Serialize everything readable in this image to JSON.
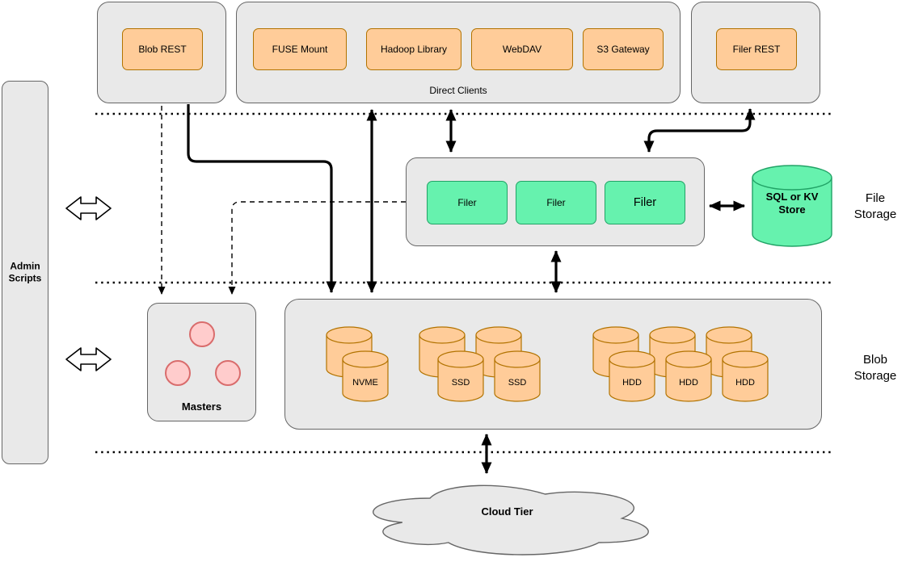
{
  "admin": {
    "label": "Admin\nScripts"
  },
  "top": {
    "blob_rest": {
      "label": "Blob REST"
    },
    "direct_clients": {
      "label": "Direct Clients",
      "items": [
        {
          "label": "FUSE Mount"
        },
        {
          "label": "Hadoop Library"
        },
        {
          "label": "WebDAV"
        },
        {
          "label": "S3 Gateway"
        }
      ]
    },
    "filer_rest": {
      "label": "Filer REST"
    }
  },
  "file_storage": {
    "section_label": "File\nStorage",
    "filers": [
      {
        "label": "Filer"
      },
      {
        "label": "Filer"
      },
      {
        "label": "Filer"
      }
    ],
    "store": {
      "label": "SQL or KV\nStore"
    }
  },
  "blob_storage": {
    "section_label": "Blob\nStorage",
    "masters": {
      "label": "Masters"
    },
    "disks": {
      "nvme": {
        "label": "NVME"
      },
      "ssd": [
        {
          "label": "SSD"
        },
        {
          "label": "SSD"
        }
      ],
      "hdd": [
        {
          "label": "HDD"
        },
        {
          "label": "HDD"
        },
        {
          "label": "HDD"
        }
      ]
    }
  },
  "cloud": {
    "label": "Cloud Tier"
  },
  "colors": {
    "container_fill": "#e9e9e9",
    "container_stroke": "#666666",
    "orange_fill": "#ffcc99",
    "orange_stroke": "#b27300",
    "green_fill": "#66f2ae",
    "green_stroke": "#21a366",
    "pink_fill": "#ffcccc",
    "pink_stroke": "#d96c6c",
    "line_color": "#000000"
  }
}
